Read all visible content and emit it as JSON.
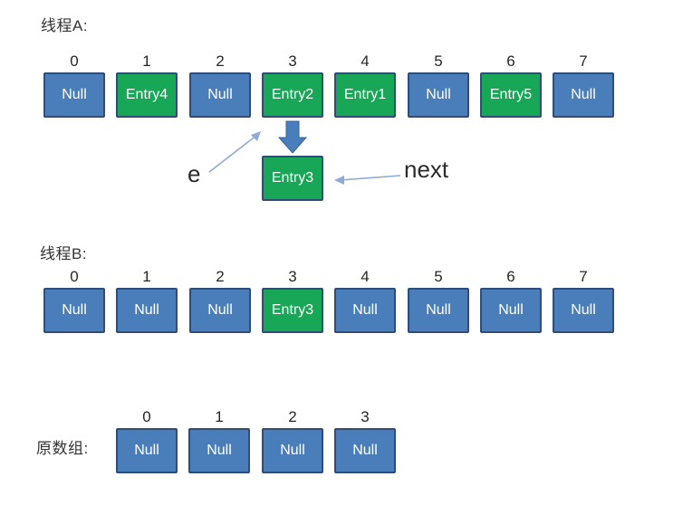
{
  "canvas": {
    "background": "#ffffff"
  },
  "colors": {
    "canvas_bg": "#ffffff",
    "null_fill": "#4a7ebb",
    "entry_fill": "#17a757",
    "box_border": "#2f4d78",
    "box_text": "#ffffff",
    "label_text": "#333333",
    "index_text": "#262626",
    "thick_arrow_fill": "#4a7ebb",
    "thick_arrow_border": "#3a639b",
    "thin_arrow": "#90a9d8"
  },
  "sections": {
    "thread_a": {
      "label": "线程A:",
      "indices": [
        "0",
        "1",
        "2",
        "3",
        "4",
        "5",
        "6",
        "7"
      ],
      "cells": [
        {
          "value": "Null",
          "kind": "null"
        },
        {
          "value": "Entry4",
          "kind": "entry"
        },
        {
          "value": "Null",
          "kind": "null"
        },
        {
          "value": "Entry2",
          "kind": "entry"
        },
        {
          "value": "Entry1",
          "kind": "entry"
        },
        {
          "value": "Null",
          "kind": "null"
        },
        {
          "value": "Entry5",
          "kind": "entry"
        },
        {
          "value": "Null",
          "kind": "null"
        }
      ],
      "detached_cell": {
        "value": "Entry3",
        "kind": "entry",
        "under_index": "3"
      }
    },
    "thread_b": {
      "label": "线程B:",
      "indices": [
        "0",
        "1",
        "2",
        "3",
        "4",
        "5",
        "6",
        "7"
      ],
      "cells": [
        {
          "value": "Null",
          "kind": "null"
        },
        {
          "value": "Null",
          "kind": "null"
        },
        {
          "value": "Null",
          "kind": "null"
        },
        {
          "value": "Entry3",
          "kind": "entry"
        },
        {
          "value": "Null",
          "kind": "null"
        },
        {
          "value": "Null",
          "kind": "null"
        },
        {
          "value": "Null",
          "kind": "null"
        },
        {
          "value": "Null",
          "kind": "null"
        }
      ]
    },
    "original_array": {
      "label": "原数组:",
      "indices": [
        "0",
        "1",
        "2",
        "3"
      ],
      "cells": [
        {
          "value": "Null",
          "kind": "null"
        },
        {
          "value": "Null",
          "kind": "null"
        },
        {
          "value": "Null",
          "kind": "null"
        },
        {
          "value": "Null",
          "kind": "null"
        }
      ]
    }
  },
  "annotations": {
    "e_label": "e",
    "next_label": "next"
  }
}
